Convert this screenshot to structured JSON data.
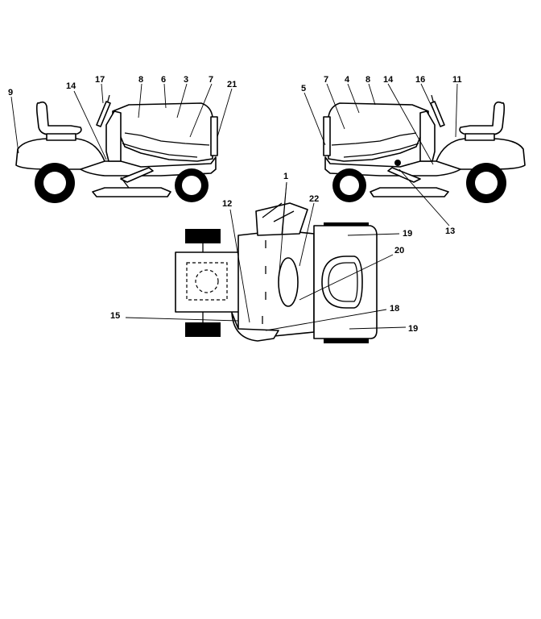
{
  "labels": {
    "left": [
      "9",
      "14",
      "17",
      "8",
      "6",
      "3",
      "7",
      "21"
    ],
    "right": [
      "5",
      "7",
      "4",
      "8",
      "14",
      "16",
      "11",
      "13"
    ],
    "top_view": [
      "1",
      "22",
      "12",
      "19",
      "20",
      "15",
      "18",
      "19"
    ]
  }
}
